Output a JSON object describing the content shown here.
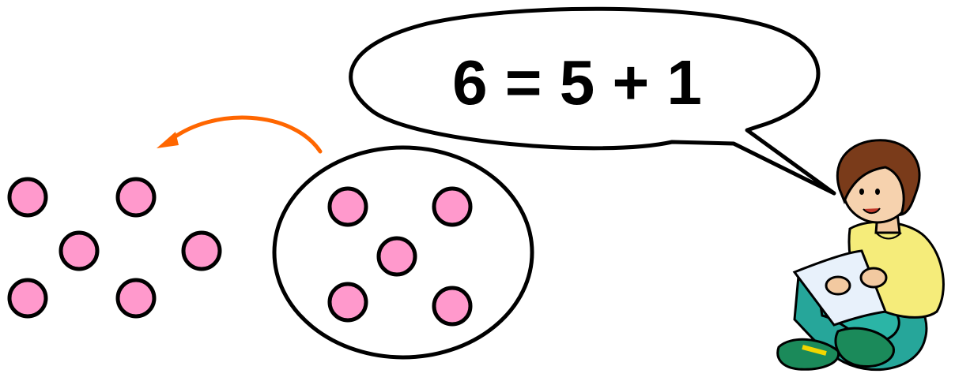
{
  "speech": {
    "equation": "6 = 5 + 1"
  },
  "counters": {
    "outside_count": 6,
    "inside_group_count": 5,
    "color": "#ff99cc"
  },
  "arrow": {
    "color": "#ff6600"
  }
}
